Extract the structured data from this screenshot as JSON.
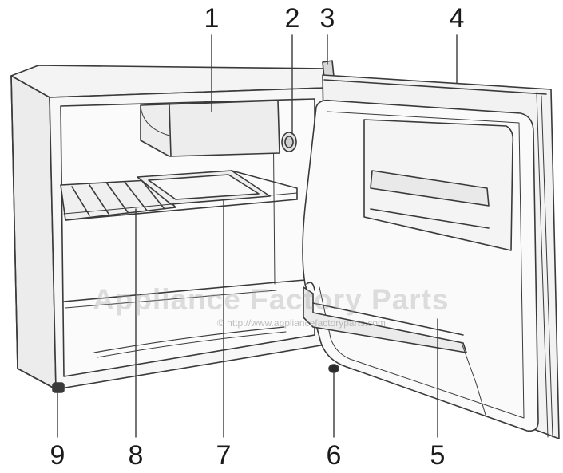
{
  "callouts": {
    "c1": "1",
    "c2": "2",
    "c3": "3",
    "c4": "4",
    "c5": "5",
    "c6": "6",
    "c7": "7",
    "c8": "8",
    "c9": "9"
  },
  "watermark": {
    "brand": "Appliance Factory Parts",
    "url": "© http://www.appliancefactoryparts.com"
  },
  "colors": {
    "line": "#3a3a3a",
    "fill": "#f4f4f4",
    "shade": "#e2e2e2"
  }
}
